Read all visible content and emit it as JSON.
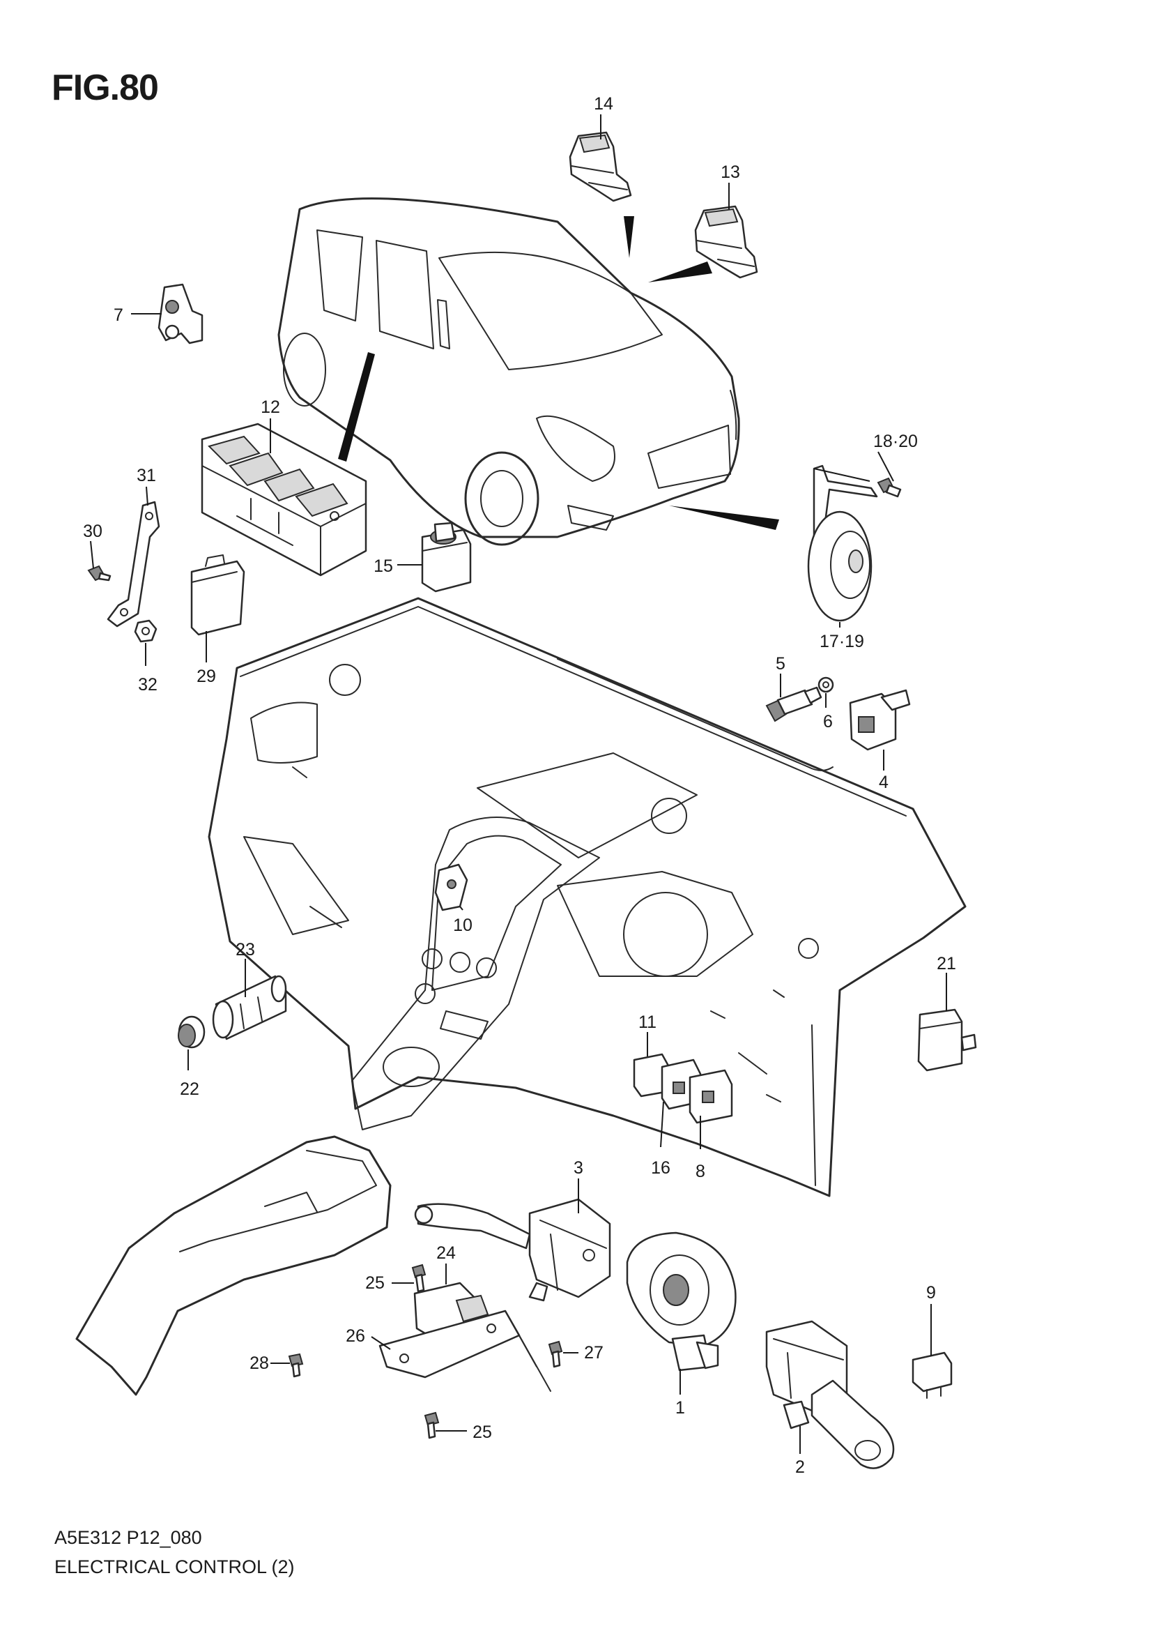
{
  "figure": {
    "title": "FIG.80",
    "code": "A5E312 P12_080",
    "caption": "ELECTRICAL CONTROL (2)"
  },
  "callouts": [
    {
      "label": "14"
    },
    {
      "label": "13"
    },
    {
      "label": "7"
    },
    {
      "label": "12"
    },
    {
      "label": "18·20"
    },
    {
      "label": "31"
    },
    {
      "label": "30"
    },
    {
      "label": "15"
    },
    {
      "label": "17·19"
    },
    {
      "label": "32"
    },
    {
      "label": "29"
    },
    {
      "label": "5"
    },
    {
      "label": "6"
    },
    {
      "label": "4"
    },
    {
      "label": "10"
    },
    {
      "label": "23"
    },
    {
      "label": "21"
    },
    {
      "label": "22"
    },
    {
      "label": "11"
    },
    {
      "label": "16"
    },
    {
      "label": "8"
    },
    {
      "label": "3"
    },
    {
      "label": "24"
    },
    {
      "label": "25"
    },
    {
      "label": "26"
    },
    {
      "label": "27"
    },
    {
      "label": "28"
    },
    {
      "label": "9"
    },
    {
      "label": "1"
    },
    {
      "label": "25"
    },
    {
      "label": "2"
    }
  ]
}
